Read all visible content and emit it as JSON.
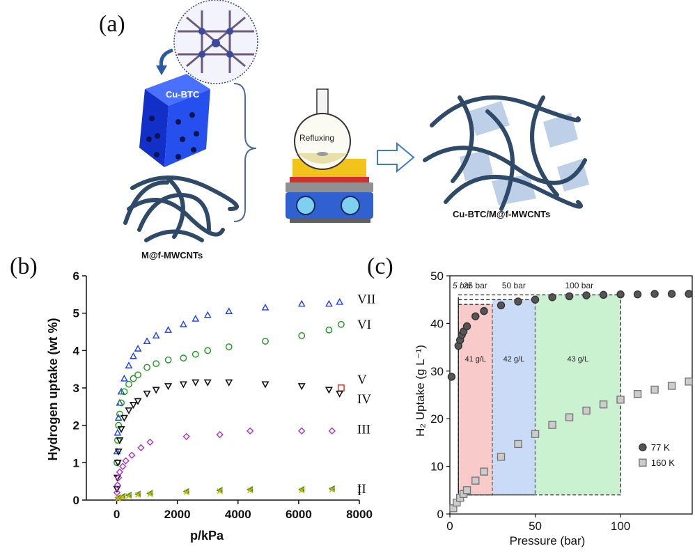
{
  "panels": {
    "a": "(a)",
    "b": "(b)",
    "c": "(c)"
  },
  "schematic": {
    "mof_label": "Cu-BTC",
    "flask_label": "Refluxing",
    "cnt_label": "M@f-MWCNTs",
    "product_label": "Cu-BTC/M@f-MWCNTs"
  },
  "colors": {
    "VII": "#1a3cff",
    "VI": "#1a9a1a",
    "V": "#e02020",
    "IV": "#111111",
    "III": "#b030d0",
    "II": "#2a9a2a",
    "I": "#e8b000",
    "c_77K": "#555555",
    "c_160K": "#cccccc",
    "region_25": "#f5b8b8",
    "region_50": "#b8cff5",
    "region_100": "#b8ecc0"
  },
  "chart_data": [
    {
      "type": "scatter",
      "xlabel": "p/kPa",
      "ylabel": "Hydrogen uptake (wt %)",
      "xlim": [
        -1000,
        8000
      ],
      "ylim": [
        0,
        6
      ],
      "xticks": [
        0,
        2000,
        4000,
        6000,
        8000
      ],
      "yticks": [
        0,
        1,
        2,
        3,
        4,
        5,
        6
      ],
      "series": [
        {
          "name": "VII",
          "marker": "triangle-up",
          "x": [
            10,
            30,
            60,
            100,
            150,
            250,
            400,
            550,
            700,
            1000,
            1300,
            1700,
            2200,
            2600,
            3000,
            3700,
            4900,
            6100,
            7000,
            7350
          ],
          "y": [
            1.3,
            1.8,
            2.2,
            2.6,
            2.9,
            3.25,
            3.6,
            3.85,
            4.05,
            4.25,
            4.4,
            4.55,
            4.7,
            4.85,
            4.95,
            5.05,
            5.15,
            5.25,
            5.25,
            5.3
          ]
        },
        {
          "name": "VI",
          "marker": "circle",
          "x": [
            10,
            30,
            60,
            100,
            150,
            250,
            400,
            550,
            700,
            1000,
            1300,
            1700,
            2200,
            2600,
            3000,
            3700,
            4900,
            6100,
            7000,
            7400
          ],
          "y": [
            1.0,
            1.6,
            2.0,
            2.3,
            2.6,
            2.9,
            3.1,
            3.25,
            3.35,
            3.55,
            3.65,
            3.75,
            3.8,
            3.9,
            4.0,
            4.1,
            4.25,
            4.4,
            4.55,
            4.7
          ]
        },
        {
          "name": "V",
          "marker": "square",
          "x": [
            7400
          ],
          "y": [
            3.0
          ]
        },
        {
          "name": "IV",
          "marker": "triangle-down",
          "x": [
            10,
            20,
            40,
            60,
            100,
            150,
            250,
            400,
            550,
            700,
            1000,
            1300,
            1700,
            2200,
            2600,
            3000,
            3700,
            4900,
            6100,
            7000,
            7350
          ],
          "y": [
            0.3,
            0.6,
            1.0,
            1.3,
            1.6,
            1.9,
            2.2,
            2.4,
            2.55,
            2.65,
            2.85,
            2.95,
            3.05,
            3.1,
            3.15,
            3.15,
            3.15,
            3.1,
            3.05,
            2.95,
            2.85
          ]
        },
        {
          "name": "III",
          "marker": "diamond",
          "x": [
            10,
            30,
            60,
            100,
            200,
            300,
            500,
            800,
            1100,
            2300,
            3400,
            4400,
            6100,
            7100
          ],
          "y": [
            0.2,
            0.4,
            0.6,
            0.75,
            0.9,
            1.05,
            1.2,
            1.4,
            1.55,
            1.7,
            1.75,
            1.85,
            1.85,
            1.85
          ]
        },
        {
          "name": "II",
          "marker": "triangle-left",
          "x": [
            50,
            200,
            400,
            700,
            1100,
            2300,
            3400,
            4400,
            6100,
            7100
          ],
          "y": [
            0.06,
            0.1,
            0.13,
            0.16,
            0.18,
            0.23,
            0.26,
            0.28,
            0.28,
            0.3
          ]
        },
        {
          "name": "I",
          "marker": "cross",
          "x": [
            50,
            200,
            400,
            700,
            1100,
            2300,
            3400,
            4400,
            6100,
            7100
          ],
          "y": [
            0.04,
            0.08,
            0.11,
            0.14,
            0.16,
            0.21,
            0.24,
            0.26,
            0.26,
            0.28
          ]
        }
      ]
    },
    {
      "type": "scatter",
      "xlabel": "Pressure (bar)",
      "ylabel": "H₂ Uptake (g L⁻¹)",
      "xlim": [
        0,
        142
      ],
      "ylim": [
        0,
        50
      ],
      "xticks": [
        0,
        50,
        100
      ],
      "yticks": [
        0,
        10,
        20,
        30,
        40,
        50
      ],
      "legend": "center-right",
      "regions": [
        {
          "label": "25 bar",
          "x": [
            5,
            25
          ],
          "y": [
            4,
            44
          ],
          "value_label": "41 g/L"
        },
        {
          "label": "50 bar",
          "x": [
            25,
            50
          ],
          "y": [
            4,
            45
          ],
          "value_label": "42 g/L"
        },
        {
          "label": "100 bar",
          "x": [
            50,
            100
          ],
          "y": [
            4,
            46
          ],
          "value_label": "43 g/L"
        }
      ],
      "start_label": "5 bar",
      "series": [
        {
          "name": "77 K",
          "marker": "circle",
          "x": [
            1,
            5,
            6,
            7,
            8,
            10,
            15,
            20,
            30,
            40,
            50,
            60,
            70,
            80,
            90,
            100,
            110,
            120,
            130,
            140
          ],
          "y": [
            28.8,
            35.3,
            36.5,
            37.6,
            38.3,
            39.4,
            41.5,
            42.6,
            43.8,
            44.6,
            45.0,
            45.5,
            45.7,
            45.9,
            46.0,
            46.1,
            46.1,
            46.2,
            46.2,
            46.2
          ]
        },
        {
          "name": "160 K",
          "marker": "square",
          "x": [
            2,
            4,
            6,
            8,
            10,
            15,
            20,
            30,
            40,
            50,
            60,
            70,
            80,
            90,
            100,
            110,
            120,
            130,
            140
          ],
          "y": [
            1.2,
            2.4,
            3.4,
            4.2,
            5.0,
            7.0,
            8.9,
            12.0,
            14.7,
            16.8,
            18.7,
            20.3,
            21.7,
            23.0,
            24.0,
            25.2,
            26.1,
            26.9,
            27.8
          ]
        }
      ]
    }
  ]
}
